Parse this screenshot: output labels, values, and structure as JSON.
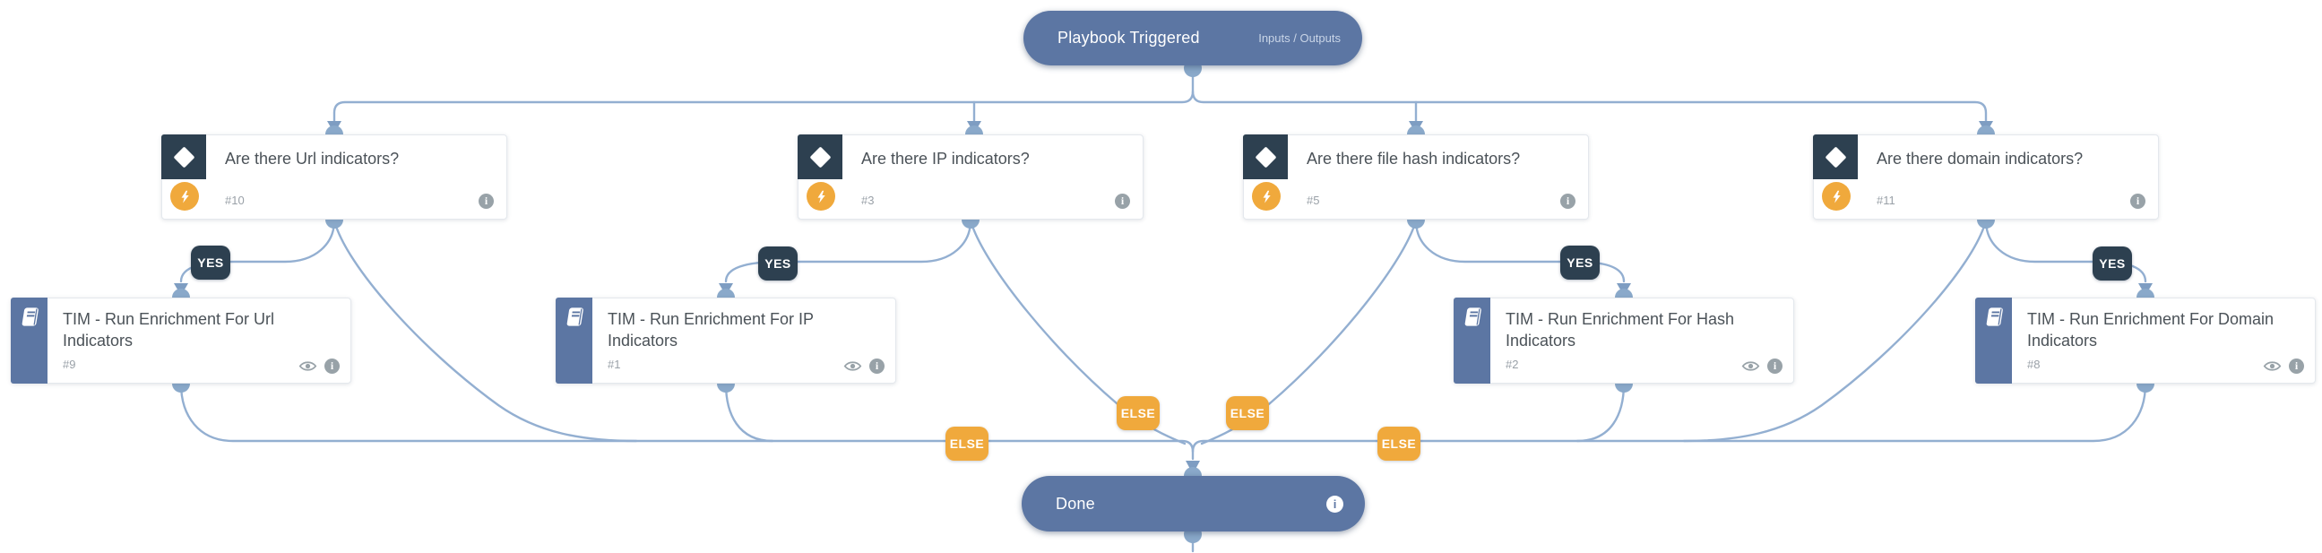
{
  "app": {
    "view": "playbook-workflow"
  },
  "start_node": {
    "title": "Playbook Triggered",
    "menu_label": "Inputs / Outputs"
  },
  "end_node": {
    "title": "Done"
  },
  "conditions": [
    {
      "title": "Are there Url indicators?",
      "number": "#10",
      "yes_label": "YES",
      "else_label": "ELSE"
    },
    {
      "title": "Are there IP indicators?",
      "number": "#3",
      "yes_label": "YES",
      "else_label": "ELSE"
    },
    {
      "title": "Are there file hash indicators?",
      "number": "#5",
      "yes_label": "YES",
      "else_label": "ELSE"
    },
    {
      "title": "Are there domain indicators?",
      "number": "#11",
      "yes_label": "YES",
      "else_label": "ELSE"
    }
  ],
  "tasks": [
    {
      "title": "TIM - Run Enrichment For Url Indicators",
      "number": "#9"
    },
    {
      "title": "TIM - Run Enrichment For IP Indicators",
      "number": "#1"
    },
    {
      "title": "TIM - Run Enrichment For Hash Indicators",
      "number": "#2"
    },
    {
      "title": "TIM - Run Enrichment For Domain Indicators",
      "number": "#8"
    }
  ],
  "icons": {
    "condition": "diamond-icon",
    "automation": "lightning-icon",
    "sub_playbook": "book-icon",
    "details": "info-icon",
    "preview": "eye-icon"
  },
  "colors": {
    "canvas_bg": "#ffffff",
    "node_primary": "#5c76a3",
    "dark_navy": "#2d4050",
    "accent_orange": "#f0a93c",
    "edge_blue": "#93afd1",
    "connector_dot": "#8aa9ca",
    "title_text": "#4b5258",
    "muted_text": "#9aa1a8"
  }
}
